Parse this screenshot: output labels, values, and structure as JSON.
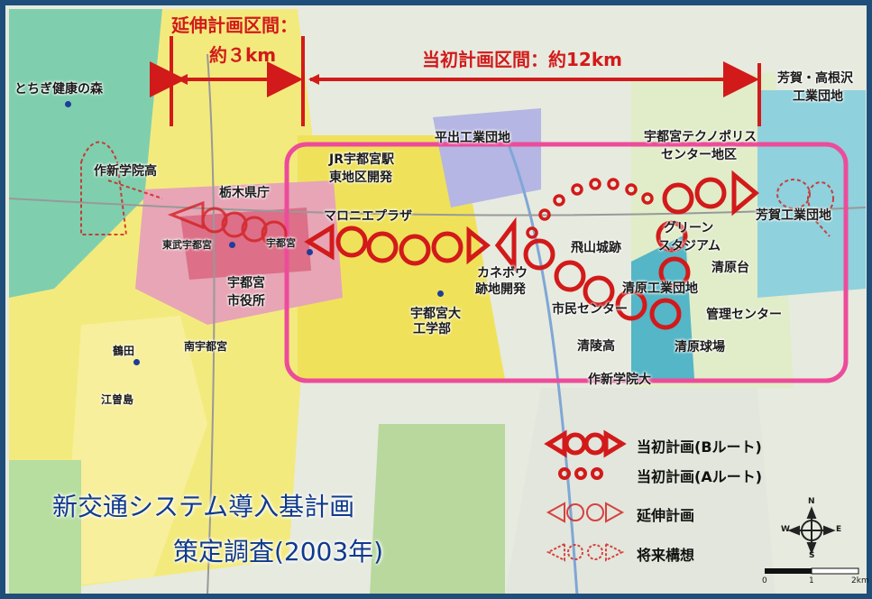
{
  "dimension": {
    "extension_section": "延伸計画区間：",
    "extension_length": "約３km",
    "initial_section": "当初計画区間：約12km"
  },
  "places": {
    "tochigi_forest": "とちぎ健康の森",
    "haga_takanezawa_1": "芳賀・高根沢",
    "haga_takanezawa_2": "工業団地",
    "hiraide": "平出工業団地",
    "technopolis_1": "宇都宮テクノポリス",
    "technopolis_2": "センター地区",
    "jr_station_1": "JR宇都宮駅",
    "jr_station_2": "東地区開発",
    "sakushin_high": "作新学院高",
    "pref_office": "栃木県庁",
    "maronie": "マロニエプラザ",
    "green_1": "グリーン",
    "green_2": "スタジアム",
    "haga_industrial": "芳賀工業団地",
    "tobu_station": "東武宇都宮",
    "utsunomiya_station": "宇都宮",
    "city_hall_1": "宇都宮",
    "city_hall_2": "市役所",
    "kanemaru_1": "カネボウ",
    "kanemaru_2": "跡地開発",
    "tobiyama": "飛山城跡",
    "kiyohara_dai": "清原台",
    "kiyohara_ind": "清原工業団地",
    "univ_1": "宇都宮大",
    "univ_2": "工学部",
    "civic_center": "市民センター",
    "management_center": "管理センター",
    "seiryo_high": "清陵高",
    "kiyohara_stadium": "清原球場",
    "tsuruta": "鶴田",
    "minami_utsunomiya": "南宇都宮",
    "emagashima": "江曽島",
    "sakushin_univ": "作新学院大"
  },
  "legend": {
    "b_route": "当初計画(Bルート)",
    "a_route": "当初計画(Aルート)",
    "extension": "延伸計画",
    "future": "将来構想"
  },
  "title": {
    "line1": "新交通システム導入基計画",
    "line2": "策定調査(2003年)"
  },
  "compass": {
    "north": "N",
    "south": "S",
    "east": "E",
    "west": "W"
  },
  "scale": {
    "zero": "0",
    "one": "1",
    "two": "2km"
  },
  "colors": {
    "route_red": "#d21a1a",
    "highlight_pink": "#ec4c9a",
    "title_blue": "#0f3a8c",
    "frame_blue": "#1f4e7a"
  }
}
